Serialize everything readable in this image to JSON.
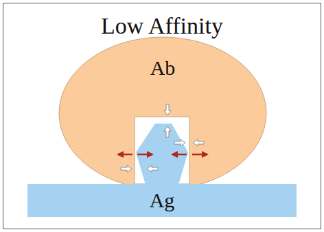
{
  "diagram": {
    "title": "Low Affinity",
    "nodes": [
      {
        "text": [
          "Ab"
        ]
      },
      {
        "text": [
          "Ag"
        ]
      }
    ]
  }
}
